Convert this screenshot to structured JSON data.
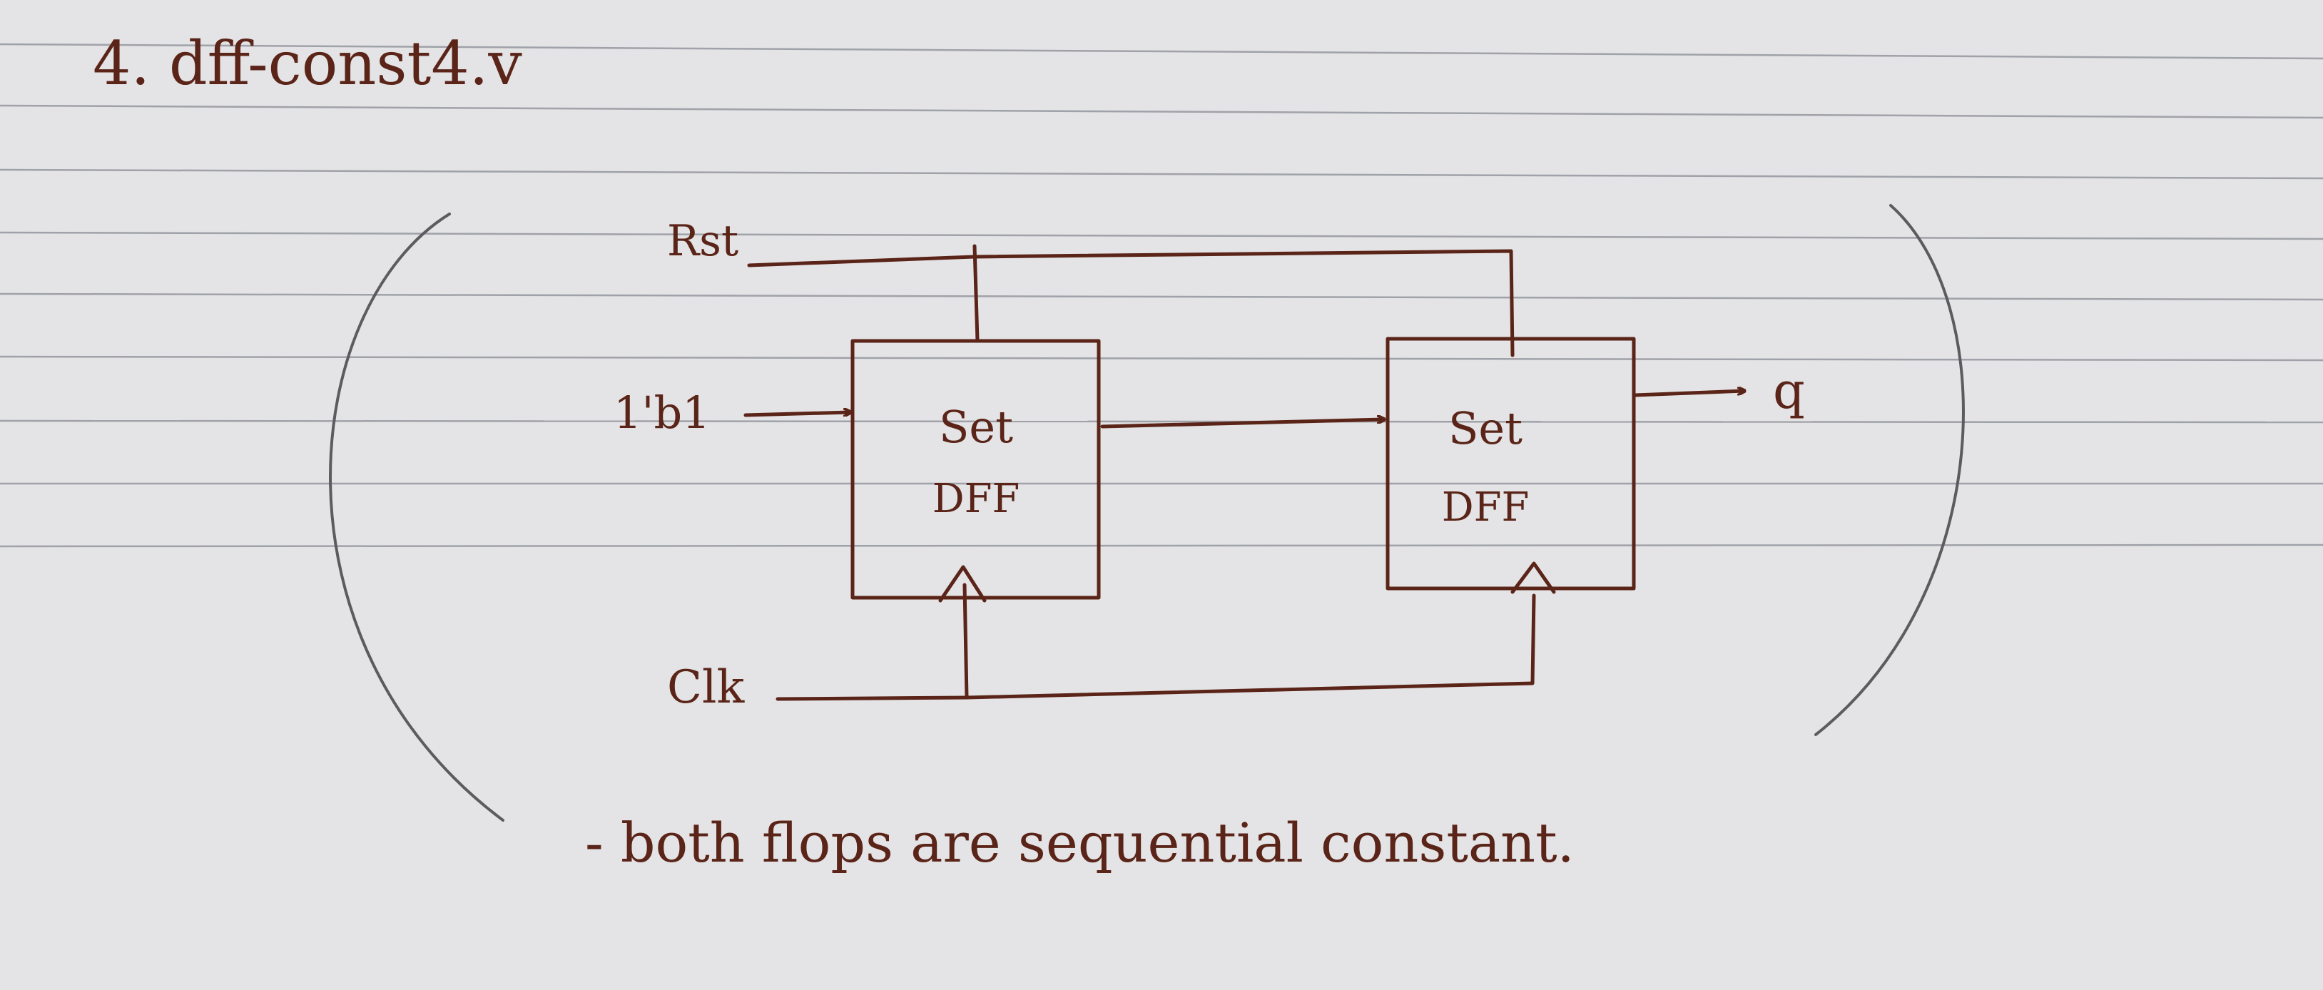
{
  "heading": "4. dff-const4.v",
  "signals": {
    "reset": "Rst",
    "clock": "Clk",
    "input_const": "1'b1",
    "output": "q"
  },
  "blocks": [
    {
      "line1": "Set",
      "line2": "DFF"
    },
    {
      "line1": "Set",
      "line2": "DFF"
    }
  ],
  "note": "- both flops are sequential constant.",
  "colors": {
    "ink": "#5a2418",
    "pencil": "#5c5c5e",
    "paper": "#e4e3e5",
    "rule": "#9fa2a8"
  }
}
